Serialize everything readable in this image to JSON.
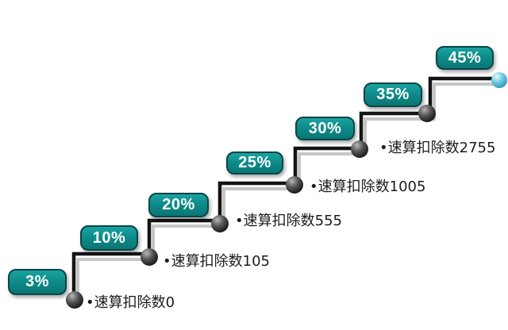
{
  "figure": {
    "description_steps": [
      {
        "rate": "3%",
        "deduction_label": "•速算扣除数0"
      },
      {
        "rate": "10%",
        "deduction_label": "•速算扣除数105"
      },
      {
        "rate": "20%",
        "deduction_label": "•速算扣除数555"
      },
      {
        "rate": "25%",
        "deduction_label": "•速算扣除数1005"
      },
      {
        "rate": "30%",
        "deduction_label": "•速算扣除数2755"
      },
      {
        "rate": "35%",
        "deduction_label": ""
      },
      {
        "rate": "45%",
        "deduction_label": ""
      }
    ]
  },
  "colors": {
    "box_fill": "#0E8C8A",
    "box_border": "#0A4547",
    "line": "#141414",
    "line_shadow": "#C6C6C6",
    "node_dark": "#2B2B2B",
    "node_end_blue": "#54BBDC",
    "text": "#1C1C1C",
    "background": "#FFFFFF"
  }
}
